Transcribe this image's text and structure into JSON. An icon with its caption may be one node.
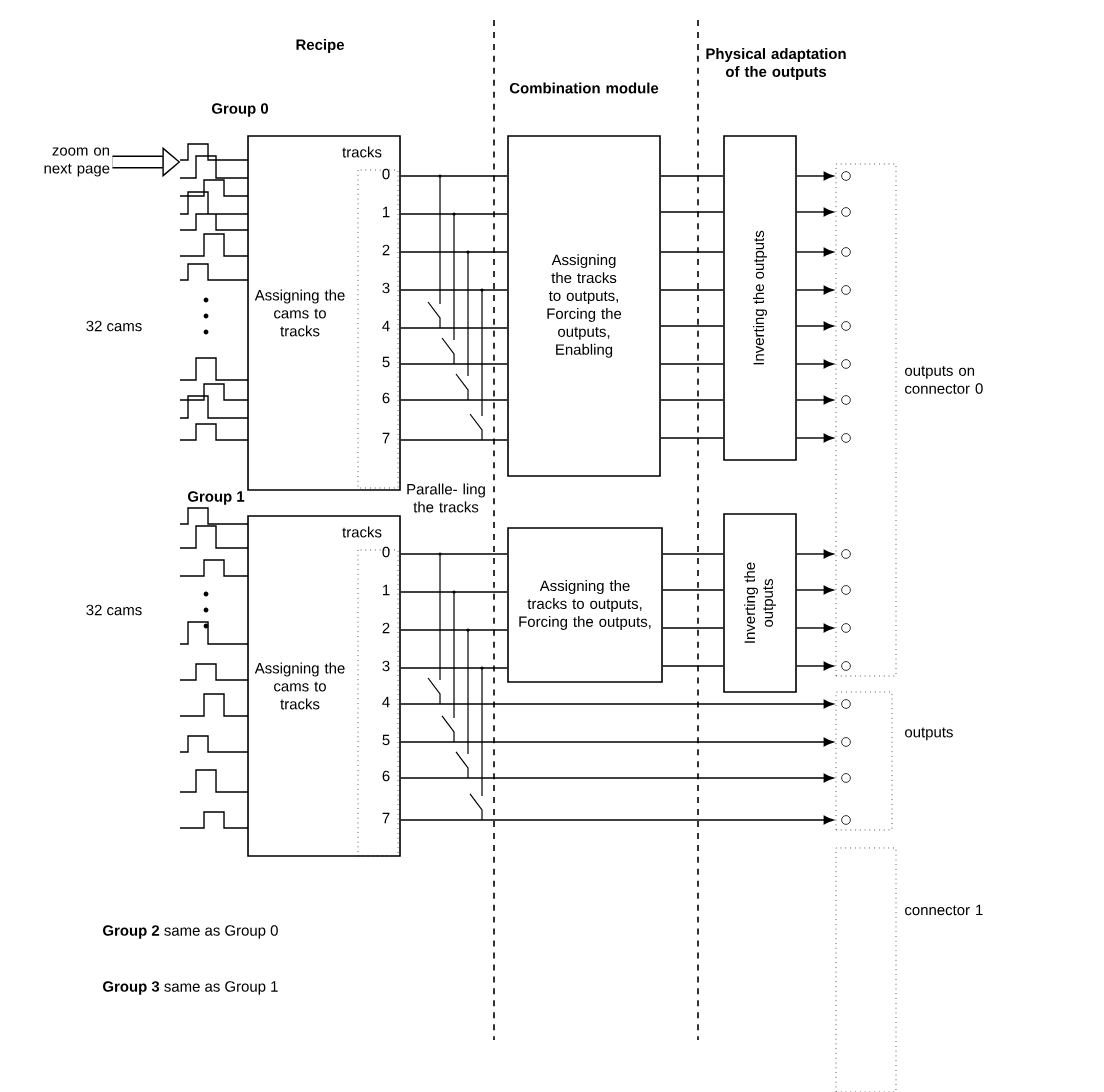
{
  "diagram": {
    "nodes": [
      {
        "text": [
          "Assigning the cams to tracks"
        ]
      },
      {
        "text": [
          "Assigning the tracks to outputs, Forcing the outputs, Enabling"
        ]
      },
      {
        "text": [
          "Inverting the outputs"
        ]
      },
      {
        "text": [],
        "shape": "box",
        "beside": [
          "outputs on connector 0"
        ]
      },
      {
        "text": [
          "Assigning the cams to tracks"
        ]
      },
      {
        "text": [
          "Assigning the tracks to outputs, Forcing the outputs,"
        ]
      },
      {
        "text": [
          "Inverting the outputs"
        ]
      },
      {
        "text": [],
        "shape": "box",
        "beside": [
          "outputs"
        ]
      },
      {
        "text": [],
        "shape": "box",
        "beside": [
          "connector 1"
        ]
      },
      {
        "text": [
          "zoom on next page"
        ]
      }
    ],
    "edges": [
      {
        "from": 0,
        "to": 1,
        "arrow": "none"
      },
      {
        "from": 0,
        "to": 1,
        "arrow": "none"
      },
      {
        "from": 0,
        "to": 1,
        "arrow": "none"
      },
      {
        "from": 0,
        "to": 1,
        "arrow": "none"
      },
      {
        "from": 0,
        "to": 1,
        "arrow": "none"
      },
      {
        "from": 0,
        "to": 1,
        "arrow": "none"
      },
      {
        "from": 0,
        "to": 1,
        "arrow": "none"
      },
      {
        "from": 0,
        "to": 1,
        "arrow": "none"
      },
      {
        "from": 1,
        "to": 2,
        "arrow": "none"
      },
      {
        "from": 1,
        "to": 2,
        "arrow": "none"
      },
      {
        "from": 1,
        "to": 2,
        "arrow": "none"
      },
      {
        "from": 1,
        "to": 2,
        "arrow": "none"
      },
      {
        "from": 1,
        "to": 2,
        "arrow": "none"
      },
      {
        "from": 1,
        "to": 2,
        "arrow": "none"
      },
      {
        "from": 1,
        "to": 2,
        "arrow": "none"
      },
      {
        "from": 1,
        "to": 2,
        "arrow": "none"
      },
      {
        "from": 2,
        "to": 3,
        "arrow": "to"
      },
      {
        "from": 2,
        "to": 3,
        "arrow": "to"
      },
      {
        "from": 2,
        "to": 3,
        "arrow": "to"
      },
      {
        "from": 2,
        "to": 3,
        "arrow": "to"
      },
      {
        "from": 2,
        "to": 3,
        "arrow": "to"
      },
      {
        "from": 2,
        "to": 3,
        "arrow": "to"
      },
      {
        "from": 2,
        "to": 3,
        "arrow": "to"
      },
      {
        "from": 2,
        "to": 3,
        "arrow": "to"
      },
      {
        "from": 4,
        "to": 5,
        "arrow": "none"
      },
      {
        "from": 4,
        "to": 5,
        "arrow": "none"
      },
      {
        "from": 4,
        "to": 5,
        "arrow": "none"
      },
      {
        "from": 4,
        "to": 5,
        "arrow": "none"
      },
      {
        "from": 5,
        "to": 6,
        "arrow": "none"
      },
      {
        "from": 5,
        "to": 6,
        "arrow": "none"
      },
      {
        "from": 5,
        "to": 6,
        "arrow": "none"
      },
      {
        "from": 5,
        "to": 6,
        "arrow": "none"
      },
      {
        "from": 6,
        "to": 3,
        "arrow": "to"
      },
      {
        "from": 6,
        "to": 3,
        "arrow": "to"
      },
      {
        "from": 6,
        "to": 3,
        "arrow": "to"
      },
      {
        "from": 6,
        "to": 3,
        "arrow": "to"
      },
      {
        "from": 4,
        "to": 7,
        "arrow": "to"
      },
      {
        "from": 4,
        "to": 7,
        "arrow": "to"
      },
      {
        "from": 4,
        "to": 7,
        "arrow": "to"
      },
      {
        "from": 4,
        "to": 7,
        "arrow": "to"
      },
      {
        "from": 9,
        "to": null,
        "arrow": "to",
        "style": "thick"
      }
    ],
    "labels": [
      "Recipe",
      "Combination module",
      "Physical adaptation of the outputs",
      "Group 0",
      "tracks",
      "0",
      "1",
      "2",
      "3",
      "4",
      "5",
      "6",
      "7",
      "32 cams",
      "Paralle- ling the tracks",
      "Group 1",
      "tracks",
      "0",
      "1",
      "2",
      "3",
      "4",
      "5",
      "6",
      "7",
      "32 cams",
      "**Group 2** same as Group 0",
      "**Group 3** same as Group 1"
    ]
  }
}
